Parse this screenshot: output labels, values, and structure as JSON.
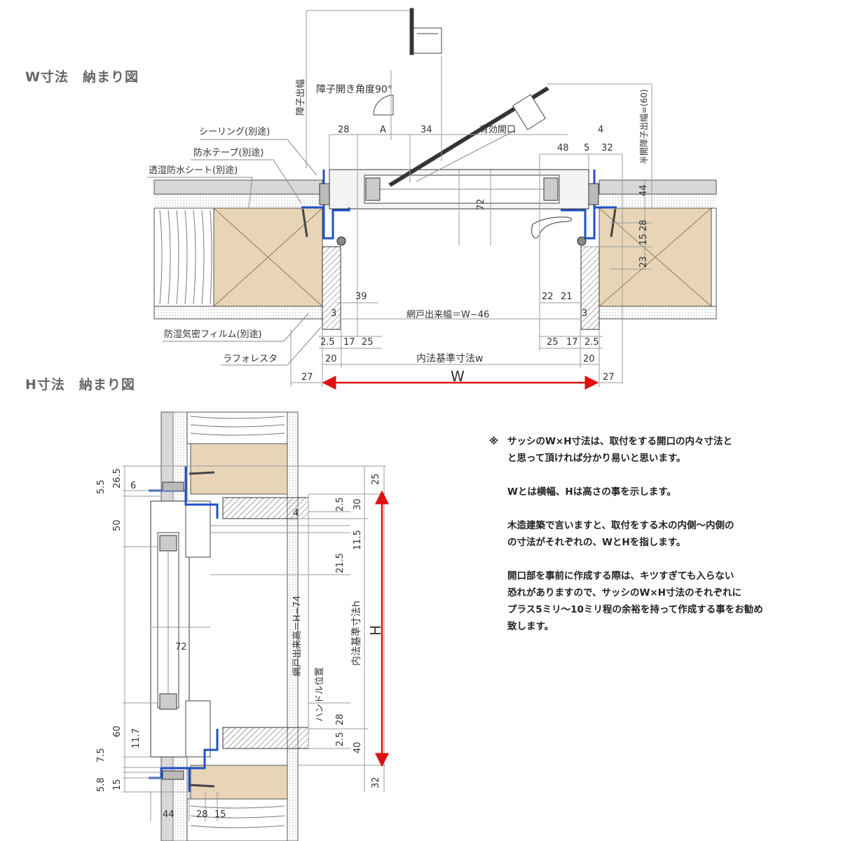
{
  "titles": {
    "w": "W寸法　納まり図",
    "h": "H寸法　納まり図"
  },
  "w_callouts": [
    "シーリング(別途)",
    "防水テープ(別途)",
    "透湿防水シート(別途)",
    "防湿気密フィルム(別途)",
    "ラフォレスタ"
  ],
  "w_labels": {
    "sash_projection": "障子出幅",
    "opening_angle": "障子開き角度90°",
    "effective_opening": "有効開口",
    "half_projection": "半開障子出幅=(60)",
    "screen_width": "網戸出来幅＝W−46",
    "inner_standard": "内法基準寸法w",
    "W": "W",
    "A": "A"
  },
  "w_dims": {
    "d28": "28",
    "d34": "34",
    "d4": "4",
    "d48": "48",
    "d5": "5",
    "d32": "32",
    "d72": "72",
    "d44": "44",
    "d28b": "28",
    "d15": "15",
    "d23": "23",
    "d39": "39",
    "d22": "22",
    "d21": "21",
    "d3l": "3",
    "d3r": "3",
    "d25l": "2.5",
    "d17l": "17",
    "d25al": "25",
    "d25ar": "25",
    "d17r": "17",
    "d25r": "2.5",
    "d20l": "20",
    "d20r": "20",
    "d27l": "27",
    "d27r": "27"
  },
  "h_labels": {
    "screen_height": "網戸出来高＝H−74",
    "handle_pos": "ハンドル位置",
    "inner_standard": "内法基準寸法h",
    "H": "H"
  },
  "h_dims": {
    "d26_5": "26.5",
    "d5_5": "5.5",
    "d6": "6",
    "d50": "50",
    "d25": "25",
    "d2_5a": "2.5",
    "d30": "30",
    "d4": "4",
    "d11_5": "11.5",
    "d21_5": "21.5",
    "d72": "72",
    "d28": "28",
    "d2_5b": "2.5",
    "d40": "40",
    "d32": "32",
    "d60": "60",
    "d11_7": "11.7",
    "d7_5": "7.5",
    "d5_8": "5.8",
    "d15": "15",
    "d44": "44",
    "d28b": "28",
    "d15b": "15"
  },
  "note": {
    "mark": "※",
    "paragraphs": [
      "サッシのW×H寸法は、取付をする開口の内々寸法と\nと思って頂ければ分かり易いと思います。",
      "Wとは横幅、Hは高さの事を示します。",
      "木造建築で言いますと、取付をする木の内側～内側の\nの寸法がそれぞれの、WとHを指します。",
      "開口部を事前に作成する際は、キツすぎても入らない\n恐れがありますので、サッシのW×H寸法のそれぞれに\nプラス5ミリ～10ミリ程の余裕を持って作成する事をお勧め\n致します。"
    ]
  },
  "colors": {
    "wood": "#e8d5b7",
    "frame_blue": "#2050c8",
    "arrow_red": "#e01010",
    "dim_gray": "#9a9a9a"
  }
}
